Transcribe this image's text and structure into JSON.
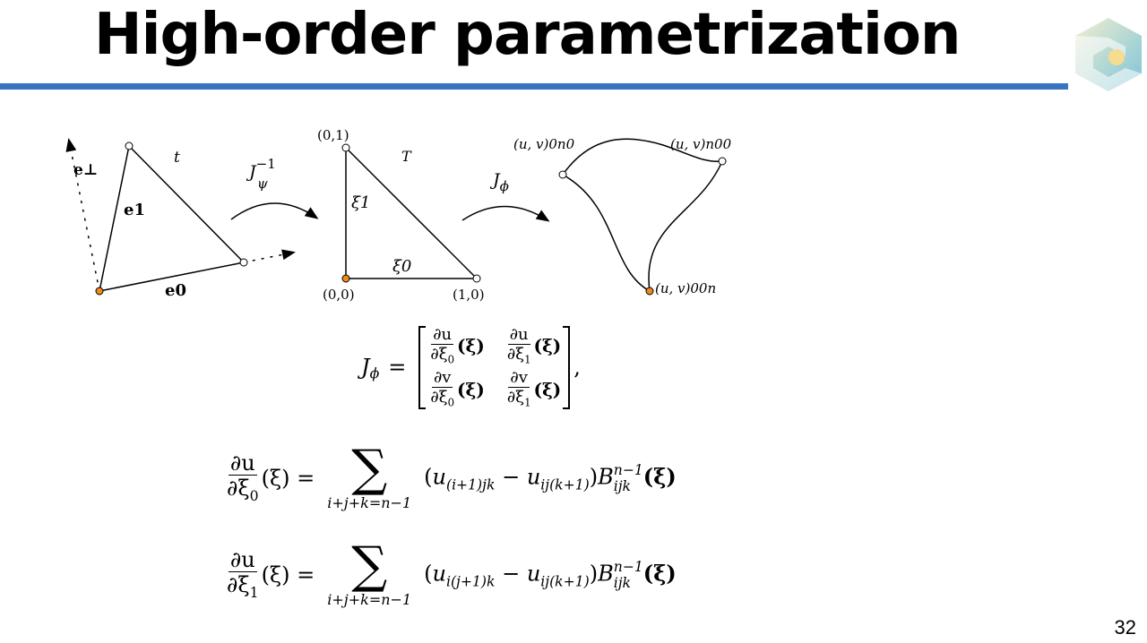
{
  "slide": {
    "title": "High-order parametrization",
    "page_number": "32",
    "accent_color": "#3874c0"
  },
  "diagram": {
    "left_triangle": {
      "e_perp": "e⊥",
      "t": "t",
      "e1": "e1",
      "e0": "e0"
    },
    "map1_label": {
      "base": "J",
      "sup": "−1",
      "sub": "ψ"
    },
    "ref_triangle": {
      "v01": "(0,1)",
      "T": "T",
      "xi1": "ξ1",
      "xi0": "ξ0",
      "v00": "(0,0)",
      "v10": "(1,0)"
    },
    "map2_label": {
      "base": "J",
      "sub": "ϕ"
    },
    "curved_triangle": {
      "p0n0": "(u, v)0n0",
      "pn00": "(u, v)n00",
      "p00n": "(u, v)00n"
    }
  },
  "equations": {
    "jacobian": {
      "lhs": "J",
      "lhs_sub": "ϕ",
      "eq": "=",
      "du": "∂u",
      "dv": "∂v",
      "dxi0": "∂ξ",
      "s0": "0",
      "s1": "1",
      "arg": "(ξ)",
      "trail": ","
    },
    "eq1": {
      "num": "∂u",
      "den": "∂ξ",
      "den_sub": "0",
      "arg": "(ξ) =",
      "sigma": "∑",
      "limit": "i+j+k=n−1",
      "u1": "u",
      "u1_sub": "(i+1)jk",
      "minus": "−",
      "u2": "u",
      "u2_sub": "ij(k+1)",
      "B": "B",
      "B_sub": "ijk",
      "B_sup": "n−1",
      "tail": "(ξ)"
    },
    "eq2": {
      "num": "∂u",
      "den": "∂ξ",
      "den_sub": "1",
      "arg": "(ξ) =",
      "sigma": "∑",
      "limit": "i+j+k=n−1",
      "u1": "u",
      "u1_sub": "i(j+1)k",
      "minus": "−",
      "u2": "u",
      "u2_sub": "ij(k+1)",
      "B": "B",
      "B_sub": "ijk",
      "B_sup": "n−1",
      "tail": "(ξ)"
    }
  }
}
